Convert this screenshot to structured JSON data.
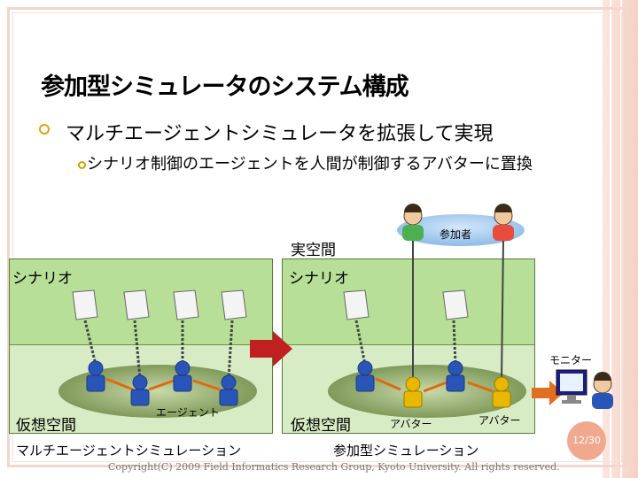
{
  "slide": {
    "title": "参加型シミュレータのシステム構成",
    "bullet1": "マルチエージェントシミュレータを拡張して実現",
    "bullet2": "シナリオ制御のエージェントを人間が制御するアバターに置換",
    "page_number": "12/30",
    "copyright": "Copyright(C) 2009 Field Informatics Research Group, Kyoto University. All rights reserved."
  },
  "diagram": {
    "real_space": "実空間",
    "participants": "参加者",
    "left": {
      "scenario": "シナリオ",
      "virtual_space": "仮想空間",
      "agent": "エージェント",
      "caption": "マルチエージェントシミュレーション"
    },
    "right": {
      "scenario": "シナリオ",
      "virtual_space": "仮想空間",
      "avatar_1": "アバター",
      "avatar_2": "アバター",
      "caption": "参加型シミュレーション"
    },
    "monitor": "モニター"
  },
  "colors": {
    "scenario_area": "#b7df97",
    "virtual_area": "#d7ecc4",
    "agent_blue": "#2a55b8",
    "avatar_yellow": "#e8b800",
    "arrow_red": "#c02020",
    "participant_cloud": "#9fc6ee"
  }
}
